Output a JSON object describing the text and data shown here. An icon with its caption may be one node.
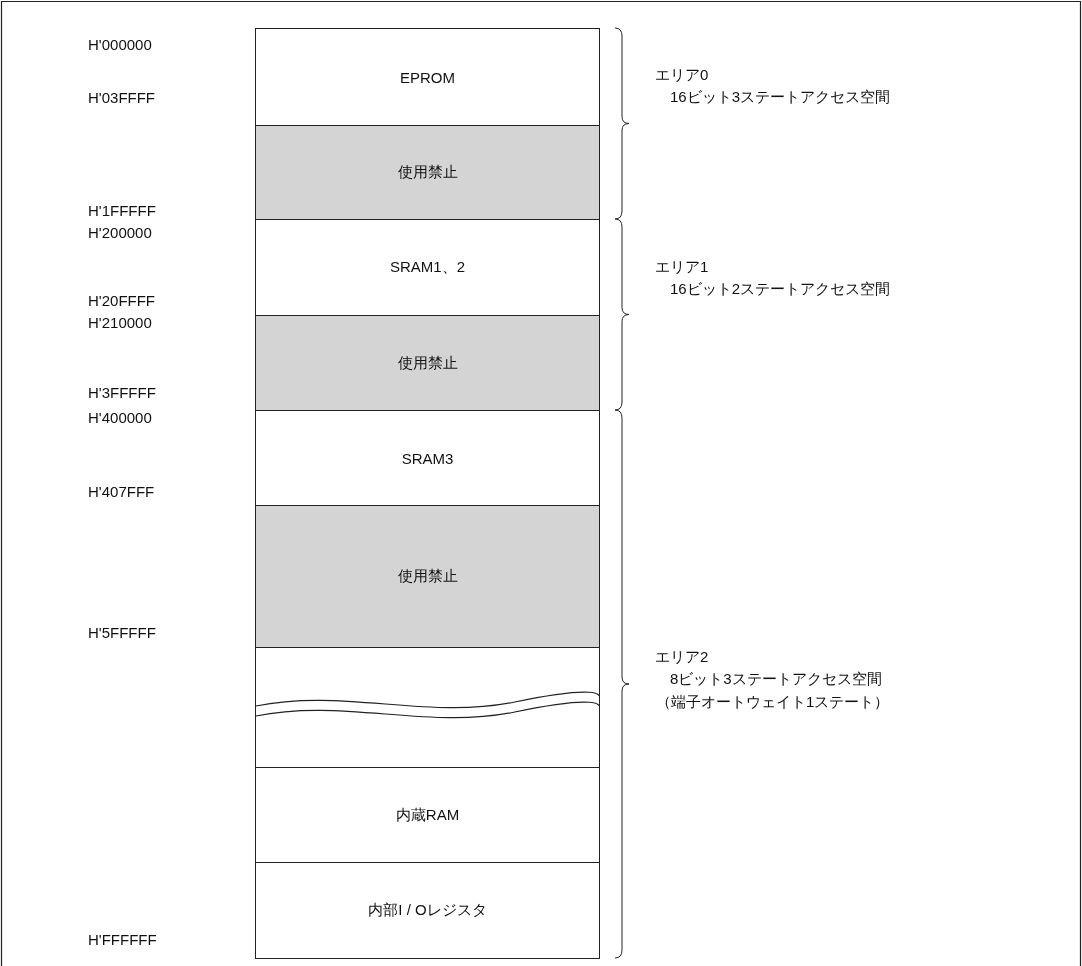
{
  "diagram": {
    "nodes": [
      {
        "text": [
          "EPROM"
        ]
      },
      {
        "text": [
          "使用禁止"
        ]
      },
      {
        "text": [
          "SRAM1、2"
        ]
      },
      {
        "text": [
          "使用禁止"
        ]
      },
      {
        "text": [
          "SRAM3"
        ]
      },
      {
        "text": [
          "使用禁止"
        ]
      },
      {
        "text": [],
        "shape": "box"
      },
      {
        "text": [
          "内蔵RAM"
        ]
      },
      {
        "text": [
          "内部I / Oレジスタ"
        ]
      }
    ],
    "labels": [
      "H'000000",
      "H'03FFFF",
      "エリア0",
      "16ビット3ステートアクセス空間",
      "H'1FFFFF",
      "H'200000",
      "エリア1",
      "16ビット2ステートアクセス空間",
      "H'20FFFF",
      "H'210000",
      "H'3FFFFF",
      "H'400000",
      "H'407FFF",
      "H'5FFFFF",
      "エリア2",
      "8ビット3ステートアクセス空間",
      "（端子オートウェイト1ステート）",
      "H'FFFFFF"
    ]
  }
}
